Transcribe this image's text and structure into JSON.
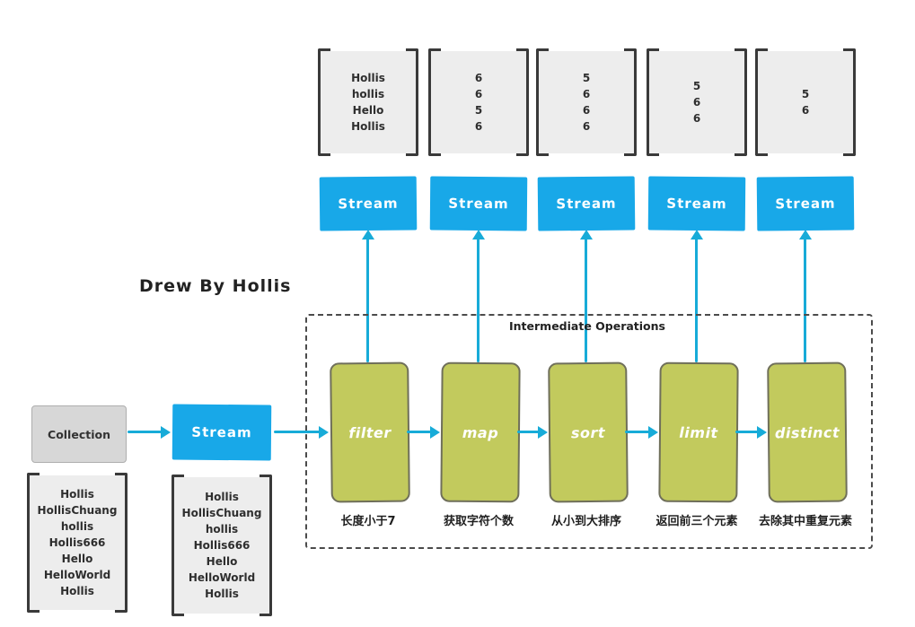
{
  "title": "Drew By Hollis",
  "labels": {
    "collection": "Collection",
    "stream": "Stream",
    "intermediate": "Intermediate Operations"
  },
  "source": {
    "collection_items": [
      "Hollis",
      "HollisChuang",
      "hollis",
      "Hollis666",
      "Hello",
      "HelloWorld",
      "Hollis"
    ],
    "stream_items": [
      "Hollis",
      "HollisChuang",
      "hollis",
      "Hollis666",
      "Hello",
      "HelloWorld",
      "Hollis"
    ]
  },
  "ops": [
    {
      "name": "filter",
      "caption": "长度小于7",
      "result": [
        "Hollis",
        "hollis",
        "Hello",
        "Hollis"
      ]
    },
    {
      "name": "map",
      "caption": "获取字符个数",
      "result": [
        "6",
        "6",
        "5",
        "6"
      ]
    },
    {
      "name": "sort",
      "caption": "从小到大排序",
      "result": [
        "5",
        "6",
        "6",
        "6"
      ]
    },
    {
      "name": "limit",
      "caption": "返回前三个元素",
      "result": [
        "5",
        "6",
        "6"
      ]
    },
    {
      "name": "distinct",
      "caption": "去除其中重复元素",
      "result": [
        "5",
        "6"
      ]
    }
  ],
  "colors": {
    "stream": "#18a8e8",
    "arrow": "#17abd8",
    "operation": "#c2ca5d",
    "collection": "#d7d7d7"
  }
}
